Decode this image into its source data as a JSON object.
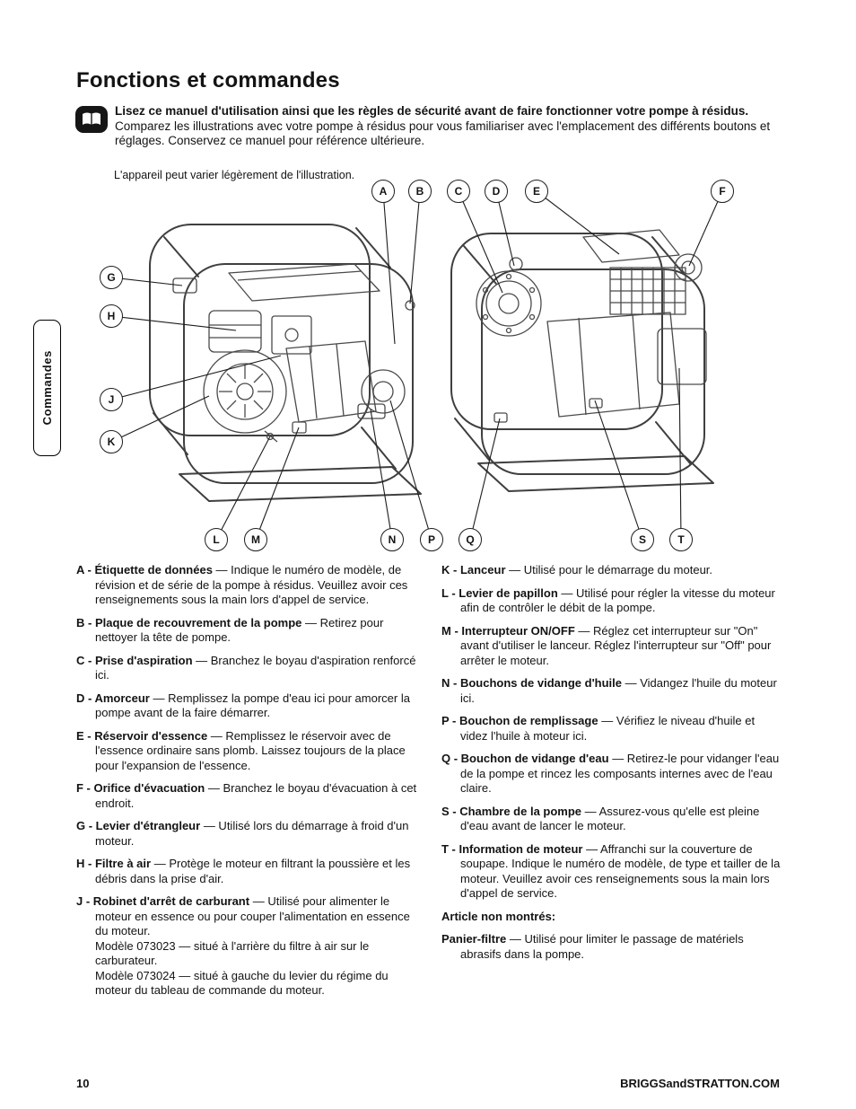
{
  "page": {
    "title": "Fonctions et commandes",
    "intro_bold": "Lisez ce manuel d'utilisation ainsi que les règles de sécurité avant de faire fonctionner votre pompe à résidus.",
    "intro_rest": "Comparez les illustrations avec votre pompe à résidus pour vous familiariser avec l'emplacement des différents boutons et réglages. Conservez ce manuel pour référence ultérieure.",
    "illustration_note": "L'appareil peut varier légèrement de l'illustration.",
    "side_tab": "Commandes",
    "page_number": "10",
    "footer_site": "BRIGGSandSTRATTON.COM"
  },
  "icons": {
    "manual_book": "open-book-icon"
  },
  "callout_letters": [
    "A",
    "B",
    "C",
    "D",
    "E",
    "F",
    "G",
    "H",
    "J",
    "K",
    "L",
    "M",
    "N",
    "P",
    "Q",
    "S",
    "T"
  ],
  "items_left": [
    {
      "label": "A - Étiquette de données",
      "desc": "— Indique le numéro de modèle, de révision et de série de la pompe à résidus. Veuillez avoir ces renseignements sous la main lors d'appel de service."
    },
    {
      "label": "B - Plaque de recouvrement de la pompe",
      "desc": "— Retirez pour nettoyer la tête de pompe."
    },
    {
      "label": "C - Prise d'aspiration",
      "desc": "— Branchez le boyau d'aspiration renforcé ici."
    },
    {
      "label": "D - Amorceur",
      "desc": "— Remplissez la pompe d'eau ici pour amorcer la pompe avant de la faire démarrer."
    },
    {
      "label": "E - Réservoir d'essence",
      "desc": "— Remplissez le réservoir avec de l'essence ordinaire sans plomb. Laissez toujours de la place pour l'expansion de l'essence."
    },
    {
      "label": "F - Orifice d'évacuation",
      "desc": "— Branchez le boyau d'évacuation à cet endroit."
    },
    {
      "label": "G - Levier d'étrangleur",
      "desc": "— Utilisé lors du démarrage à froid d'un moteur."
    },
    {
      "label": "H - Filtre à air",
      "desc": "— Protège le moteur en filtrant la poussière et les débris dans la prise d'air."
    },
    {
      "label": "J - Robinet d'arrêt de carburant",
      "desc": "— Utilisé pour alimenter le moteur en essence ou pour couper l'alimentation en essence du moteur.\nModèle 073023 — situé à l'arrière du filtre à air sur le carburateur.\nModèle 073024 — situé à gauche du levier du régime du moteur du tableau de commande du moteur."
    }
  ],
  "items_right": [
    {
      "label": "K - Lanceur",
      "desc": "— Utilisé pour le démarrage du moteur."
    },
    {
      "label": "L - Levier de papillon",
      "desc": "— Utilisé pour régler la vitesse du moteur afin de contrôler le débit de la pompe."
    },
    {
      "label": "M - Interrupteur ON/OFF",
      "desc": "— Réglez cet interrupteur sur \"On\" avant d'utiliser le lanceur. Réglez l'interrupteur sur \"Off\" pour arrêter le moteur."
    },
    {
      "label": "N - Bouchons de vidange d'huile",
      "desc": "— Vidangez l'huile du moteur ici."
    },
    {
      "label": "P - Bouchon de remplissage",
      "desc": "— Vérifiez le niveau d'huile et videz l'huile à moteur ici."
    },
    {
      "label": "Q - Bouchon de vidange d'eau",
      "desc": "— Retirez-le pour vidanger l'eau de la pompe et rincez les composants internes avec de l'eau claire."
    },
    {
      "label": "S - Chambre de la pompe",
      "desc": "— Assurez-vous qu'elle est pleine d'eau avant de lancer le moteur."
    },
    {
      "label": "T - Information de moteur",
      "desc": "— Affranchi sur la couverture de soupape. Indique le numéro de modèle, de type et tailler de la moteur. Veuillez avoir ces renseignements sous la main lors d'appel de service."
    }
  ],
  "not_shown": {
    "heading": "Article non montrés:",
    "items": [
      {
        "label": "Panier-filtre",
        "desc": "— Utilisé pour limiter le passage de matériels abrasifs dans la pompe."
      }
    ]
  }
}
